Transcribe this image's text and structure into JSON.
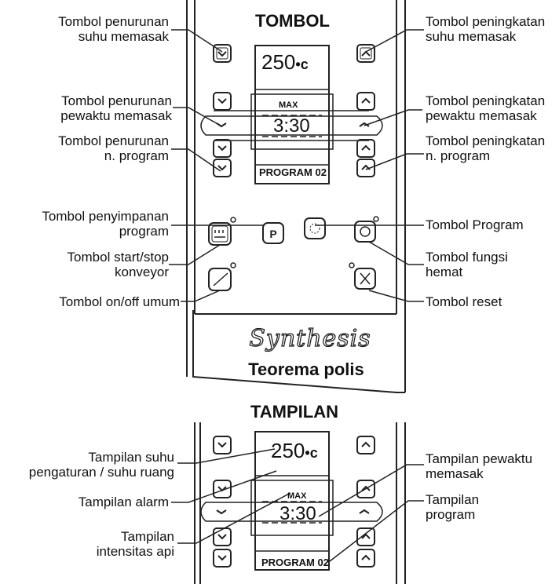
{
  "titles": {
    "keys": "TOMBOL",
    "display": "TAMPILAN",
    "brand_script": "Synthesis",
    "brand_name": "Teorema polis"
  },
  "display_readout": {
    "temperature": "250",
    "unit": "•c",
    "max": "MAX",
    "time": "3:30",
    "program": "PROGRAM 02"
  },
  "key_labels": {
    "temp_down": [
      "Tombol penurunan",
      "suhu memasak"
    ],
    "temp_up": [
      "Tombol peningkatan",
      "suhu memasak"
    ],
    "timer_down": [
      "Tombol penurunan",
      "pewaktu memasak"
    ],
    "timer_up": [
      "Tombol peningkatan",
      "pewaktu memasak"
    ],
    "prog_down": [
      "Tombol penurunan",
      "n. program"
    ],
    "prog_up": [
      "Tombol peningkatan",
      "n. program"
    ],
    "save_program": [
      "Tombol penyimpanan",
      "program"
    ],
    "program": [
      "Tombol Program"
    ],
    "conveyor": [
      "Tombol start/stop",
      "konveyor"
    ],
    "economy": [
      "Tombol fungsi",
      "hemat"
    ],
    "onoff": [
      "Tombol on/off umum"
    ],
    "reset": [
      "Tombol reset"
    ]
  },
  "display_labels": {
    "temp_display": [
      "Tampilan suhu",
      "pengaturan / suhu ruang"
    ],
    "timer_display": [
      "Tampilan pewaktu",
      "memasak"
    ],
    "alarm_display": [
      "Tampilan alarm"
    ],
    "program_display": [
      "Tampilan",
      "program"
    ],
    "flame_display": [
      "Tampilan",
      "intensitas api"
    ]
  },
  "colors": {
    "ink": "#111111",
    "panel_line": "#222222",
    "background": "#ffffff"
  }
}
